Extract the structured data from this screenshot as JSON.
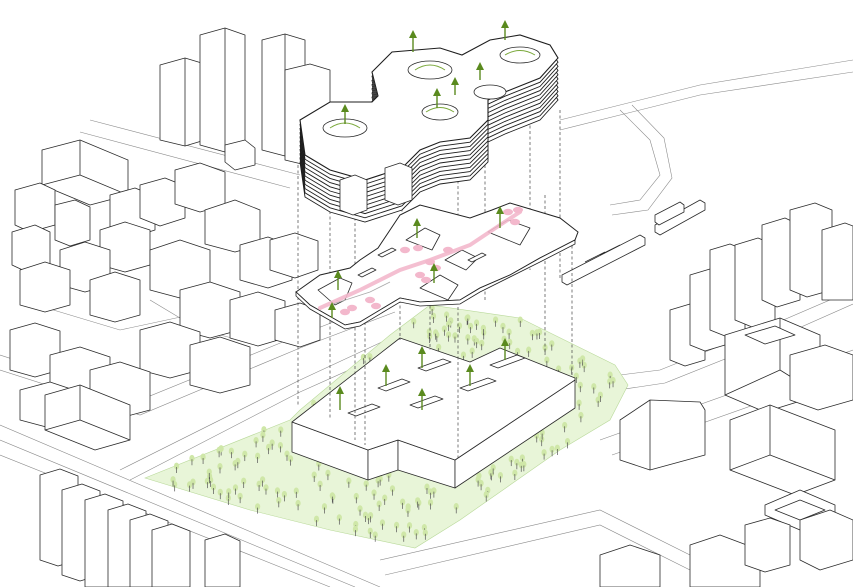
{
  "colors": {
    "park_green": "#e8f5d8",
    "roof_green": "#e3f0cf",
    "tree_green": "#cfe7a8",
    "arrow_green": "#5a8a1e",
    "path_pink": "#f3b8cc",
    "line": "#2a2a2a",
    "road": "#9a9a9a"
  },
  "layers": [
    "tower-block",
    "roof-garden-deck",
    "podium-base",
    "park-ground"
  ],
  "icons": [
    "up-arrow-icon",
    "tree-icon"
  ]
}
